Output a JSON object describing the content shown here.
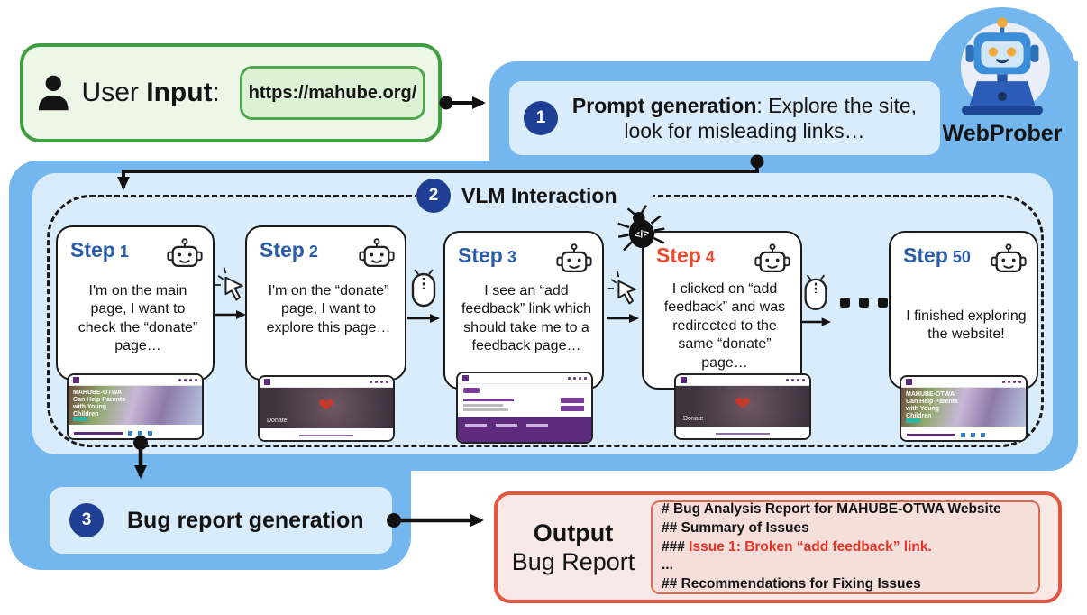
{
  "user_input": {
    "word1": "User",
    "word2": "Input",
    "colon": ":",
    "url": "https://mahube.org/"
  },
  "logo": {
    "label": "WebProber"
  },
  "prompt_generation": {
    "number": "1",
    "title": "Prompt generation",
    "description": ": Explore the site, look for misleading links…"
  },
  "vlm_interaction": {
    "number": "2",
    "title": "VLM Interaction"
  },
  "steps": [
    {
      "label": "Step",
      "number": "1",
      "text": "I'm on the main page, I want to check the “donate” page…"
    },
    {
      "label": "Step",
      "number": "2",
      "text": "I'm on the “donate” page, I want to explore this page…"
    },
    {
      "label": "Step",
      "number": "3",
      "text": "I see an “add feedback” link which should take me to a feedback page…"
    },
    {
      "label": "Step",
      "number": "4",
      "text": "I clicked on “add feedback” and was redirected to the same “donate” page…"
    },
    {
      "label": "Step",
      "number": "50",
      "text": "I finished exploring the website!"
    }
  ],
  "thumbnails": {
    "main_headline": "MAHUBE-OTWA Can Help Parents with Young Children",
    "donate_label": "Donate"
  },
  "bug_report_generation": {
    "number": "3",
    "title": "Bug report generation"
  },
  "output": {
    "title": "Output",
    "subtitle": "Bug Report"
  },
  "report": {
    "lines": [
      {
        "prefix": "# ",
        "text": "Bug Analysis Report for MAHUBE-OTWA Website"
      },
      {
        "prefix": "## ",
        "text": "Summary of Issues"
      },
      {
        "prefix": "### ",
        "text": "Issue 1: Broken “add feedback” link."
      },
      {
        "prefix": "",
        "text": "..."
      },
      {
        "prefix": "## ",
        "text": "Recommendations for Fixing Issues"
      }
    ]
  },
  "icons": {
    "user": "person-icon",
    "step_robot": "robot-outline-icon",
    "click_connector": "cursor-click-icon",
    "scroll_connector": "scroll-mouse-icon",
    "bug": "bug-code-icon",
    "logo_robot": "robot-laptop-icon",
    "ellipsis": "ellipsis-dots"
  },
  "colors": {
    "container_blue": "#74b7ee",
    "panel_light_blue": "#d9ecfc",
    "badge_navy": "#1e3f94",
    "step_title_blue": "#2a5da9",
    "step4_red": "#ee4a2e",
    "green_border": "#3f9e3f",
    "green_fill": "#ecf7e8",
    "output_border": "#e2563f",
    "output_fill": "#f9e9e6",
    "report_red": "#e53325"
  }
}
